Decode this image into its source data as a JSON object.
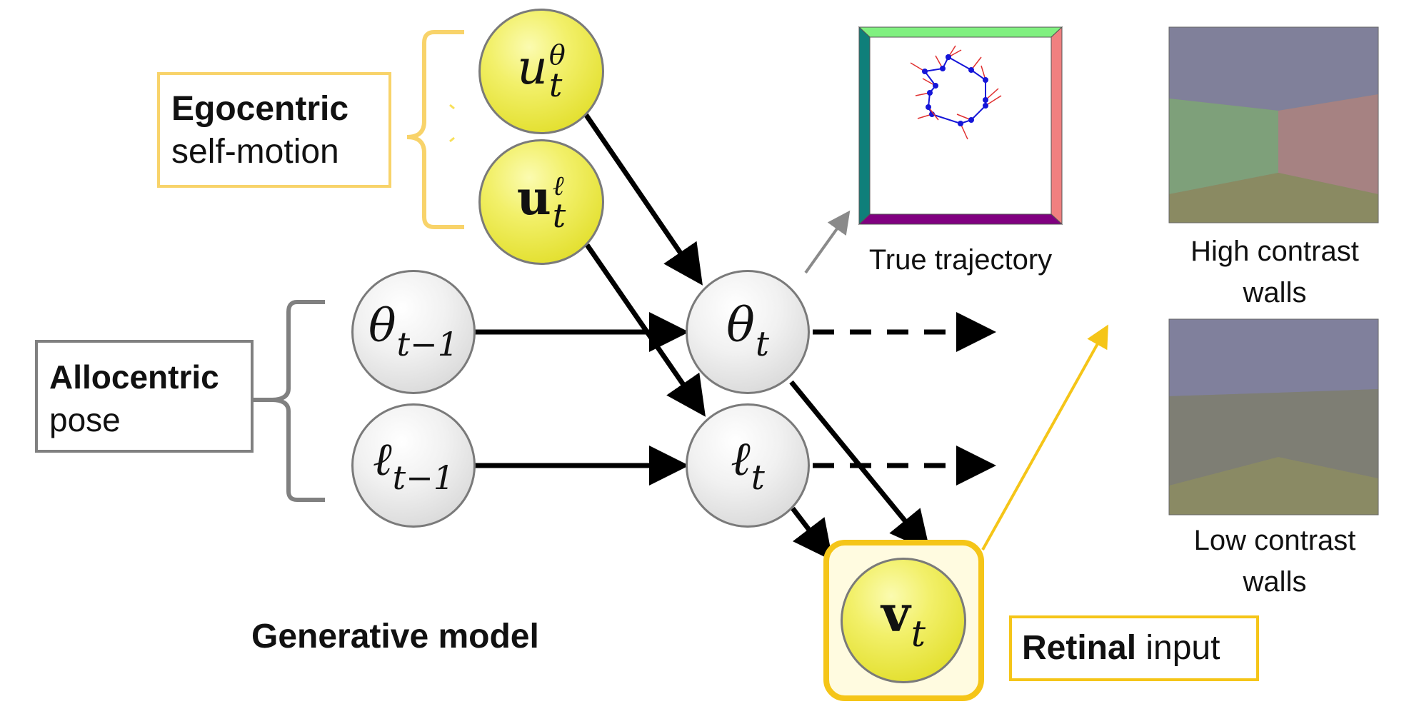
{
  "nodes": {
    "u_theta": {
      "main": "u",
      "sub": "t",
      "sup": "θ",
      "main_bold": false
    },
    "u_ell": {
      "main": "u",
      "sub": "t",
      "sup": "ℓ",
      "main_bold": true
    },
    "theta_prev": {
      "main": "θ",
      "sub": "t−1"
    },
    "ell_prev": {
      "main": "ℓ",
      "sub": "t−1"
    },
    "theta_t": {
      "main": "θ",
      "sub": "t"
    },
    "ell_t": {
      "main": "ℓ",
      "sub": "t"
    },
    "v_t": {
      "main": "v",
      "sub": "t",
      "main_bold": true
    }
  },
  "labels": {
    "egocentric": {
      "bold": "Egocentric",
      "normal": "self-motion"
    },
    "allocentric": {
      "bold": "Allocentric",
      "normal": "pose"
    },
    "retinal": {
      "bold": "Retinal",
      "normal": " input"
    },
    "generative_model": "Generative model"
  },
  "panels": {
    "true_trajectory": "True trajectory",
    "high_contrast": [
      "High contrast",
      "walls"
    ],
    "low_contrast": [
      "Low contrast",
      "walls"
    ]
  },
  "colors": {
    "yellow_accent": "#f5c518",
    "egocentric_box": "#f8d36a",
    "gray_box": "#808080",
    "arrow": "#000000",
    "trajectory_line": "#1515d8",
    "trajectory_heading": "#e03030",
    "wall_top": "#80f080",
    "wall_left": "#0f7f7a",
    "wall_right": "#f08080",
    "wall_bottom": "#800080"
  }
}
